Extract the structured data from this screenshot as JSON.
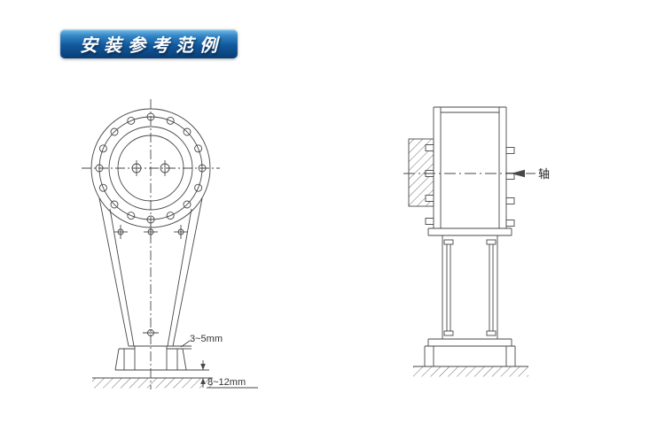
{
  "banner": {
    "title": "安装参考范例"
  },
  "front_view": {
    "gap_dim": "3~5mm",
    "embed_dim": "8~12mm"
  },
  "side_view": {
    "axis_label": "轴"
  },
  "colors": {
    "banner_gradient_top": "#7cc0e8",
    "banner_gradient_bottom": "#0a3e74",
    "line": "#474747",
    "text": "#333333"
  }
}
